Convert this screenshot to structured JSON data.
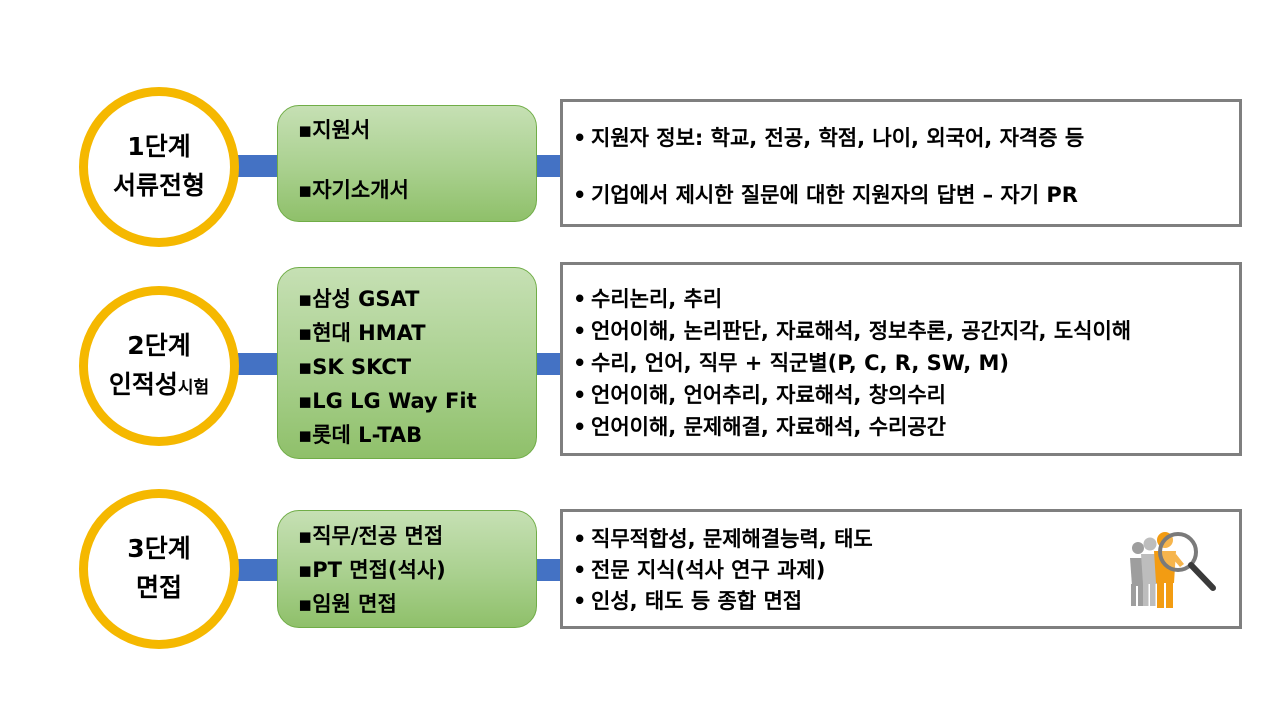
{
  "stages": [
    {
      "title": "1단계",
      "subtitle_main": "서류전형",
      "subtitle_small": "",
      "items": [
        "▪지원서",
        "▪자기소개서"
      ],
      "details": [
        "지원자 정보: 학교, 전공, 학점, 나이, 외국어, 자격증 등",
        "기업에서 제시한 질문에 대한 지원자의 답변 – 자기 PR"
      ]
    },
    {
      "title": "2단계",
      "subtitle_main": "인적성",
      "subtitle_small": "시험",
      "items": [
        "▪삼성 GSAT",
        "▪현대 HMAT",
        "▪SK SKCT",
        "▪LG LG Way Fit",
        "▪롯데 L-TAB"
      ],
      "details": [
        "수리논리, 추리",
        "언어이해, 논리판단, 자료해석, 정보추론, 공간지각, 도식이해",
        "수리, 언어, 직무 + 직군별(P, C, R, SW, M)",
        "언어이해, 언어추리, 자료해석, 창의수리",
        "언어이해, 문제해결, 자료해석, 수리공간"
      ]
    },
    {
      "title": "3단계",
      "subtitle_main": "면접",
      "subtitle_small": "",
      "items": [
        "▪직무/전공 면접",
        "▪PT 면접(석사)",
        "▪임원 면접"
      ],
      "details": [
        "직무적합성, 문제해결능력, 태도",
        "전문 지식(석사 연구 과제)",
        "인성, 태도 등 종합 면접"
      ]
    }
  ],
  "bullet_char": "•",
  "colors": {
    "circle_border": "#f5b800",
    "connector": "#4472c4",
    "green_box": "#a9d08e",
    "box_border": "#7f7f7f"
  },
  "icon": "person-magnifier-icon"
}
